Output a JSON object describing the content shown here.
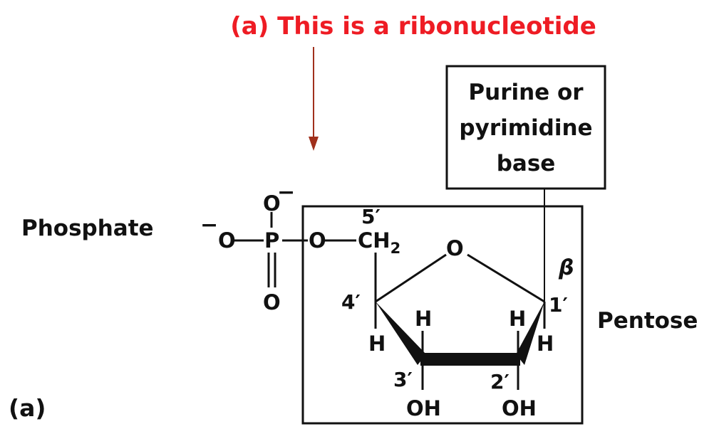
{
  "title": "(a) This is a ribonucleotide",
  "colors": {
    "title": "#ee1c24",
    "arrow": "#a0301c",
    "highlight_oh": "#e0187f",
    "ink": "#111111"
  },
  "labels": {
    "base_line1": "Purine or",
    "base_line2": "pyrimidine",
    "base_line3": "base",
    "phosphate": "Phosphate",
    "pentose": "Pentose",
    "panel": "(a)"
  },
  "atoms": {
    "o_minus_top": "O",
    "o_minus_left": "O",
    "phosphorus": "P",
    "o_double": "O",
    "o_bridge": "O",
    "ch2": "CH",
    "ch2_sub": "2",
    "ring_o": "O",
    "charge_minus": "−",
    "h_c4": "H",
    "h_c3": "H",
    "h_c2": "H",
    "h_c1": "H",
    "oh_c3": "OH",
    "oh_c2": "OH",
    "beta": "β"
  },
  "positions": {
    "c5": "5′",
    "c4": "4′",
    "c3": "3′",
    "c2": "2′",
    "c1": "1′"
  }
}
